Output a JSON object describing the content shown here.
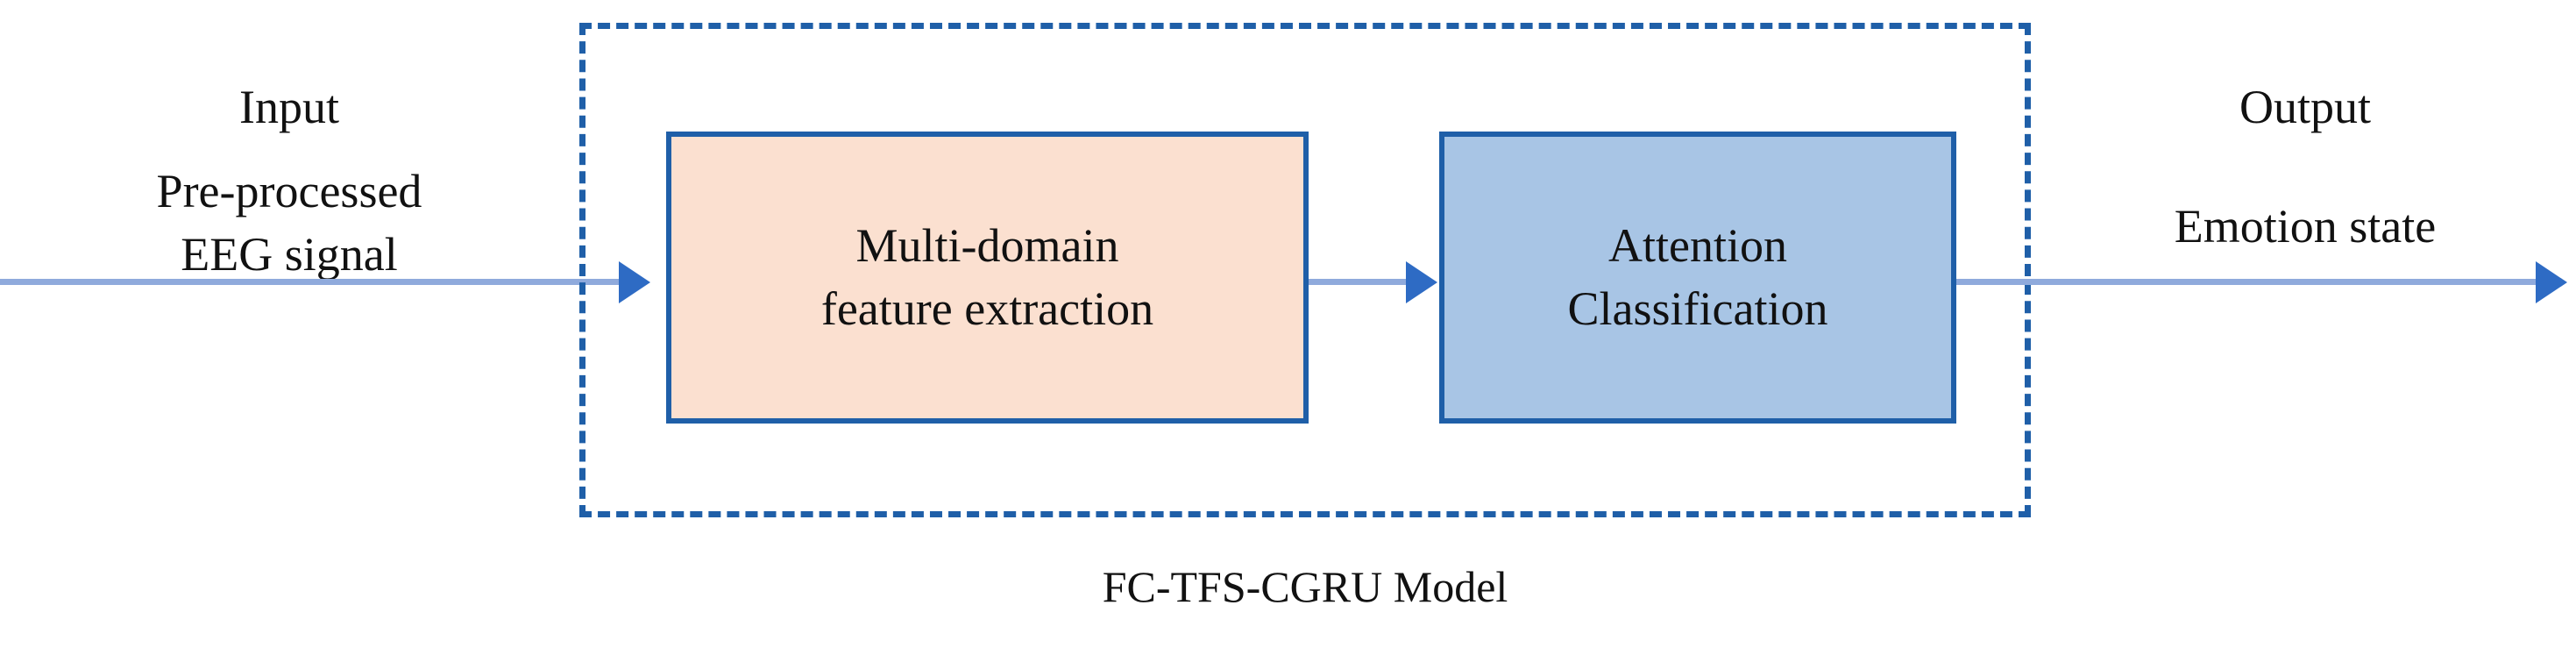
{
  "figure": {
    "type": "block-flow-diagram",
    "caption": "FC-TFS-CGRU Model",
    "background_color": "#ffffff"
  },
  "colors": {
    "frame_dashed": "#1F5FA8",
    "box_border": "#1F5FA8",
    "feature_box_fill": "#FBE0D0",
    "attention_box_fill": "#A8C5E5",
    "connector_line": "#8FAADC",
    "arrow_head": "#2E6BC4",
    "text": "#111111"
  },
  "input": {
    "title": "Input",
    "description_line1": "Pre-processed",
    "description_line2": "EEG signal"
  },
  "output": {
    "title": "Output",
    "description_line1": "Emotion state"
  },
  "stages": [
    {
      "id": "multi-domain-feature-extraction",
      "line1": "Multi-domain",
      "line2": "feature extraction",
      "fill": "#FBE0D0"
    },
    {
      "id": "attention-classification",
      "line1": "Attention",
      "line2": "Classification",
      "fill": "#A8C5E5"
    }
  ],
  "connectors": [
    {
      "id": "input-to-feature",
      "from": "input",
      "to": "multi-domain-feature-extraction"
    },
    {
      "id": "feature-to-attention",
      "from": "multi-domain-feature-extraction",
      "to": "attention-classification"
    },
    {
      "id": "attention-to-output",
      "from": "attention-classification",
      "to": "output"
    }
  ]
}
